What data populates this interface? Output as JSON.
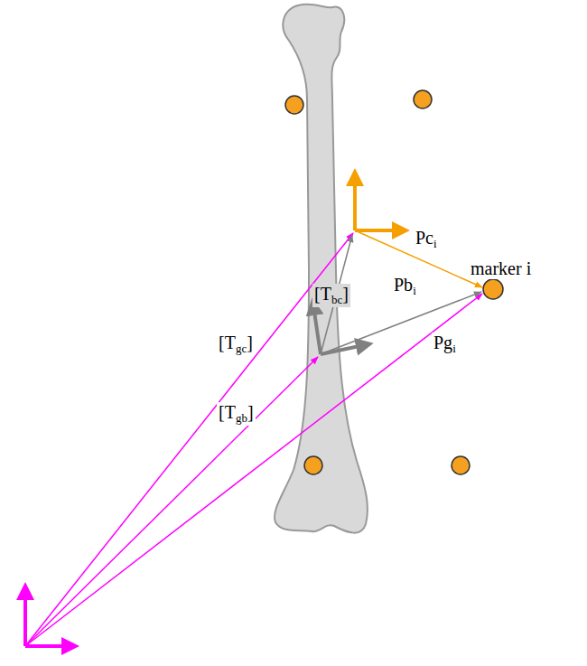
{
  "diagram": {
    "labels": [
      "Pci",
      "marker i",
      "Pbi",
      "[Tbc]",
      "Pgi",
      "[Tgc]",
      "[Tgb]"
    ]
  }
}
